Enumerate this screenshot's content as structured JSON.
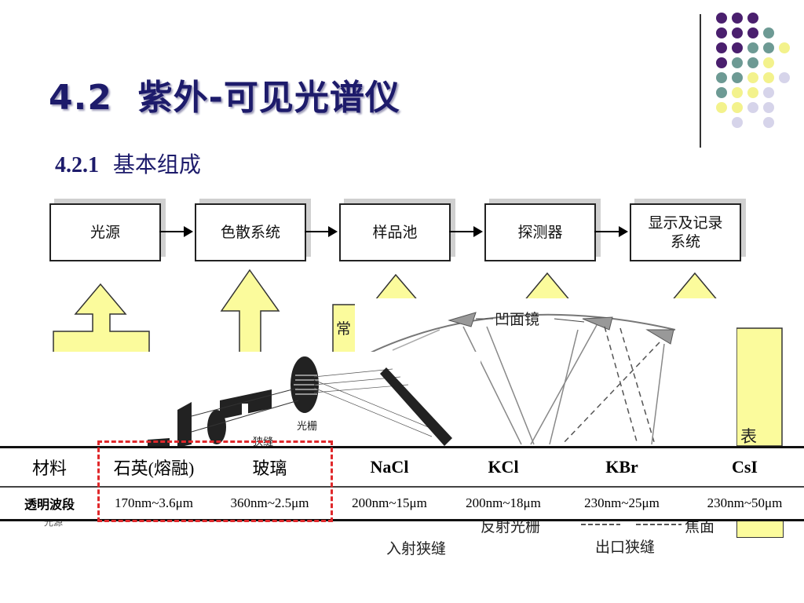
{
  "title": {
    "number": "4.2",
    "text": "紫外-可见光谱仪"
  },
  "subtitle": {
    "number": "4.2.1",
    "text": "基本组成"
  },
  "flow": {
    "boxes": [
      "光源",
      "色散系统",
      "样品池",
      "探测器",
      "显示及记录"
    ],
    "box5_line2": "系统"
  },
  "overlay_labels": {
    "grating_small": "光栅",
    "slit_small": "狭缝",
    "source_small": "光源",
    "concave_mirror": "凹面镜",
    "reflective_grating": "反射光栅",
    "focal_plane": "焦面",
    "entrance_slit": "入射狭缝",
    "exit_slit": "出口狭缝",
    "partial_left": "常",
    "partial_right": "表"
  },
  "table": {
    "header": [
      "材料",
      "石英(熔融)",
      "玻璃",
      "NaCl",
      "KCl",
      "KBr",
      "CsI"
    ],
    "row_label": "透明波段",
    "row_values": [
      "170nm~3.6μm",
      "360nm~2.5μm",
      "200nm~15μm",
      "200nm~18μm",
      "230nm~25μm",
      "230nm~50μm"
    ]
  },
  "colors": {
    "title": "#1d1b6b",
    "dot_purple": "#4a1f6e",
    "dot_teal": "#6d9a94",
    "dot_yellow": "#f3f28c",
    "dot_lavender": "#d6d4ea",
    "arrow_fill": "#fbfb9c",
    "dashed_highlight": "#e0282b"
  }
}
